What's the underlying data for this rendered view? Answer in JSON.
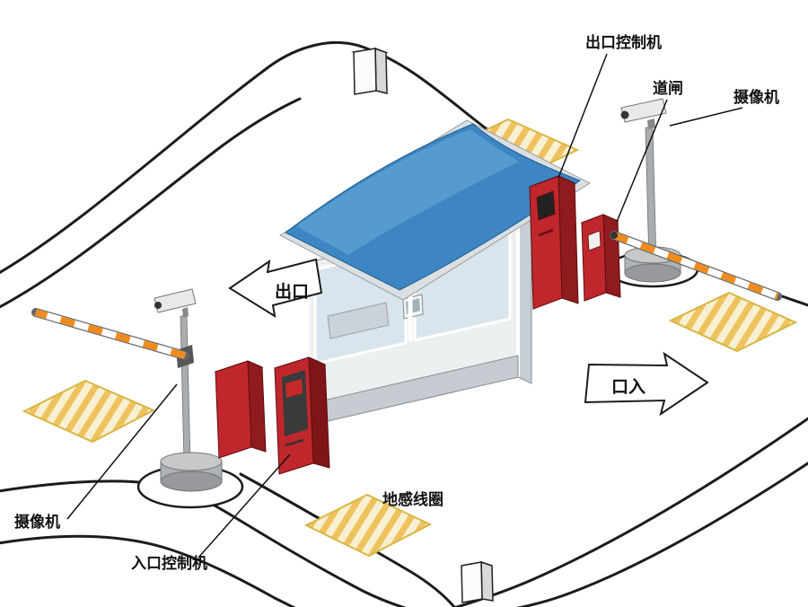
{
  "diagram": {
    "labels": {
      "exit_controller": "出口控制机",
      "barrier_gate": "道闸",
      "camera_right": "摄像机",
      "camera_left": "摄像机",
      "entrance_controller": "入口控制机",
      "ground_loop": "地感线圈"
    },
    "road_markings": {
      "exit_arrow": "出口",
      "entrance_arrow": "口入"
    },
    "colors": {
      "machine_red": "#c0272d",
      "machine_red_dark": "#8f1b1f",
      "machine_red_top": "#d64545",
      "roof_blue": "#3d86c3",
      "roof_blue_light": "#5b9fd0",
      "arm_orange": "#f08c1e",
      "pad_stripe_yellow": "#eec35e",
      "pad_cream": "#f8f0d2",
      "road_line": "#1c1c1c",
      "pole_gray": "#a9adb0"
    }
  }
}
